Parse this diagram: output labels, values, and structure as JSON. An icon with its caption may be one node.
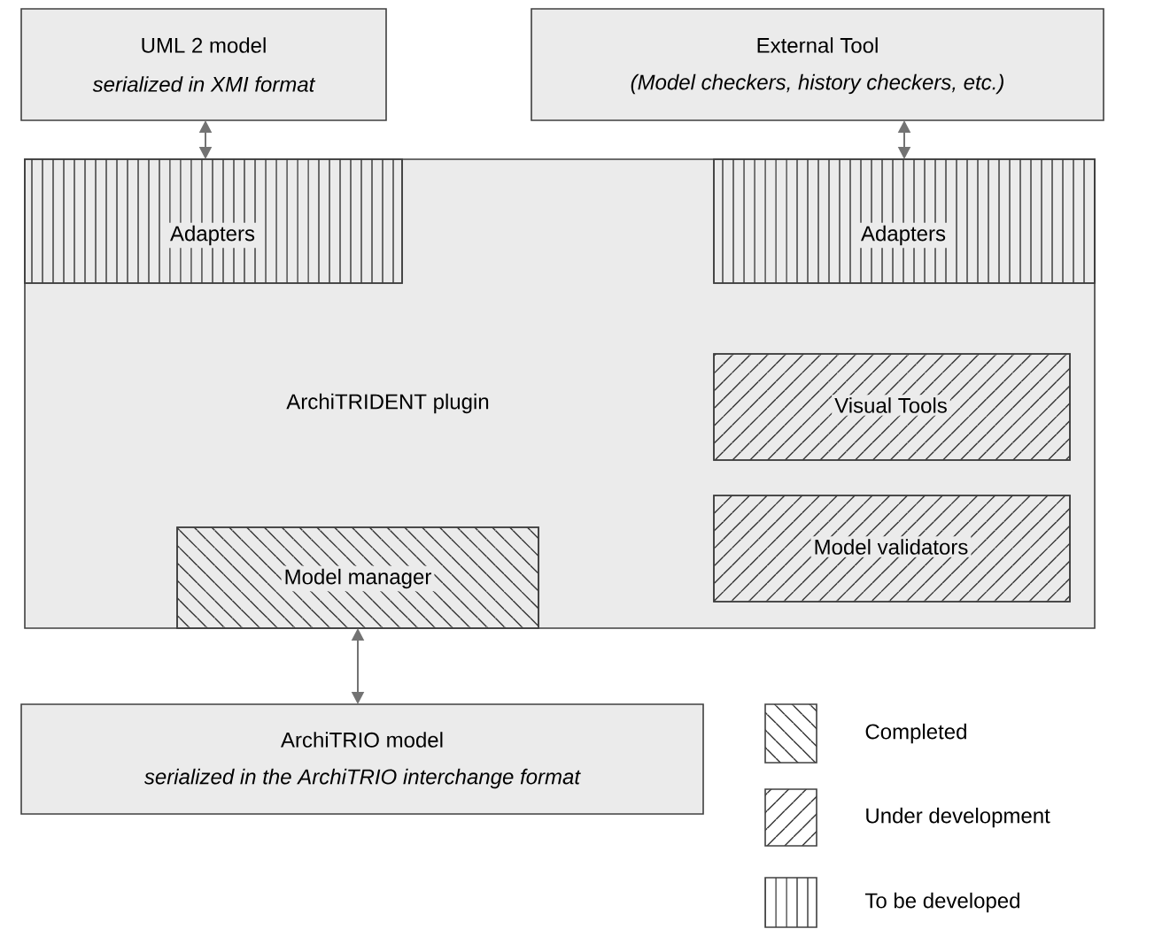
{
  "diagram": {
    "nodes": [
      {
        "text": [
          "UML 2 model",
          "serialized in XMI format"
        ]
      },
      {
        "text": [
          "External Tool",
          "(Model checkers, history checkers, etc.)"
        ]
      },
      {
        "text": [
          "ArchiTRIDENT plugin"
        ]
      },
      {
        "text": [
          "Adapters"
        ],
        "in": 2
      },
      {
        "text": [
          "Adapters"
        ],
        "in": 2
      },
      {
        "text": [
          "Visual Tools"
        ],
        "in": 2
      },
      {
        "text": [
          "Model validators"
        ],
        "in": 2
      },
      {
        "text": [
          "Model manager"
        ],
        "in": 2
      },
      {
        "text": [
          "ArchiTRIO model",
          "serialized in the ArchiTRIO interchange format"
        ]
      }
    ],
    "edges": [
      {
        "from": 0,
        "to": 3,
        "arrow": "both"
      },
      {
        "from": 1,
        "to": 4,
        "arrow": "both"
      },
      {
        "from": 7,
        "to": 8,
        "arrow": "both"
      }
    ],
    "legend": [
      {
        "text": "Completed"
      },
      {
        "text": "Under development"
      },
      {
        "text": "To be developed"
      }
    ]
  }
}
